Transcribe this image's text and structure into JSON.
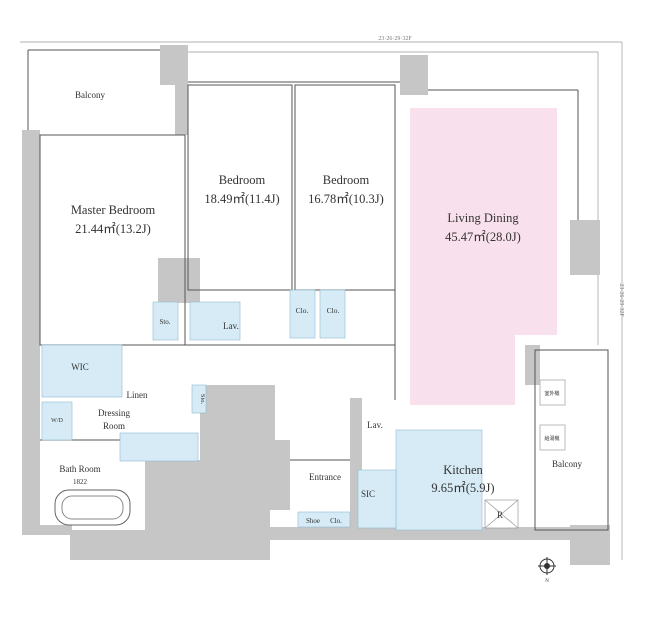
{
  "plan": {
    "floors_top": "23·26·29·32F",
    "floors_side": "23·26·29·32F",
    "rooms": {
      "balcony_top": "Balcony",
      "master_bedroom": {
        "name": "Master Bedroom",
        "area": "21.44㎡(13.2J)"
      },
      "bedroom1": {
        "name": "Bedroom",
        "area": "18.49㎡(11.4J)"
      },
      "bedroom2": {
        "name": "Bedroom",
        "area": "16.78㎡(10.3J)"
      },
      "living_dining": {
        "name": "Living Dining",
        "area": "45.47㎡(28.0J)"
      },
      "kitchen": {
        "name": "Kitchen",
        "area": "9.65㎡(5.9J)"
      },
      "balcony_right": "Balcony",
      "wic": "WIC",
      "linen": "Linen",
      "dressing_room": [
        "Dressing",
        "Room"
      ],
      "wd": "W/D",
      "bath_room": {
        "name": "Bath Room",
        "size": "1822"
      },
      "sto1": "Sto.",
      "sto2": "Sto.",
      "lav1": "Lav.",
      "lav2": "Lav.",
      "clo1": "Clo.",
      "clo2": "Clo.",
      "entrance": "Entrance",
      "sic": "SIC",
      "shoe": "Shoe",
      "clo3": "Clo.",
      "refrigerator": "R",
      "outdoor_unit": "室外機",
      "water_heater": "給湯機"
    },
    "compass": "N",
    "colors": {
      "living": "#f8e1ec",
      "wet": "#d6ebf6",
      "wall": "#c6c6c6"
    }
  }
}
